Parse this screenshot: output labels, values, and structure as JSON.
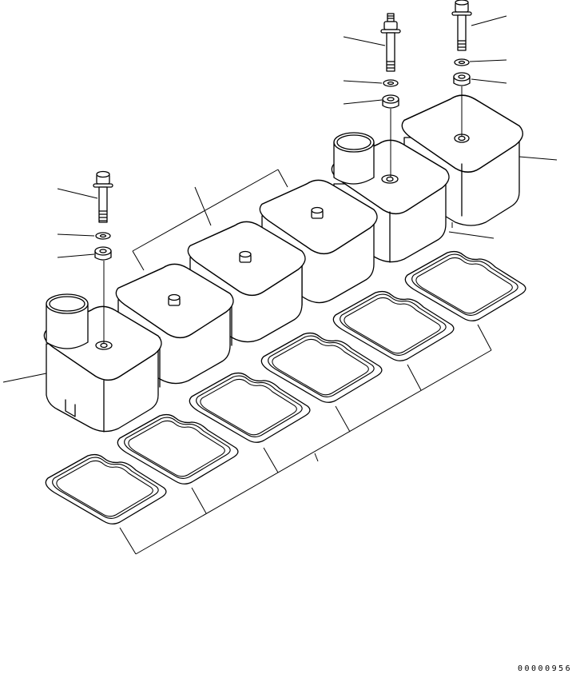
{
  "diagram": {
    "drawing_number": "00000956",
    "parts": [
      "rocker-cover-end-with-breather",
      "rocker-cover",
      "rocker-cover",
      "rocker-cover",
      "rocker-cover",
      "rocker-cover-end",
      "gasket",
      "gasket",
      "gasket",
      "gasket",
      "gasket",
      "gasket",
      "bolt",
      "washer",
      "spacer",
      "stud-bolt",
      "washer",
      "spacer",
      "bolt",
      "washer",
      "spacer"
    ],
    "icons": [
      "hex-bolt-icon",
      "washer-icon",
      "spacer-icon",
      "breather-tube-icon"
    ],
    "line_color": "#000000",
    "background": "#ffffff"
  }
}
